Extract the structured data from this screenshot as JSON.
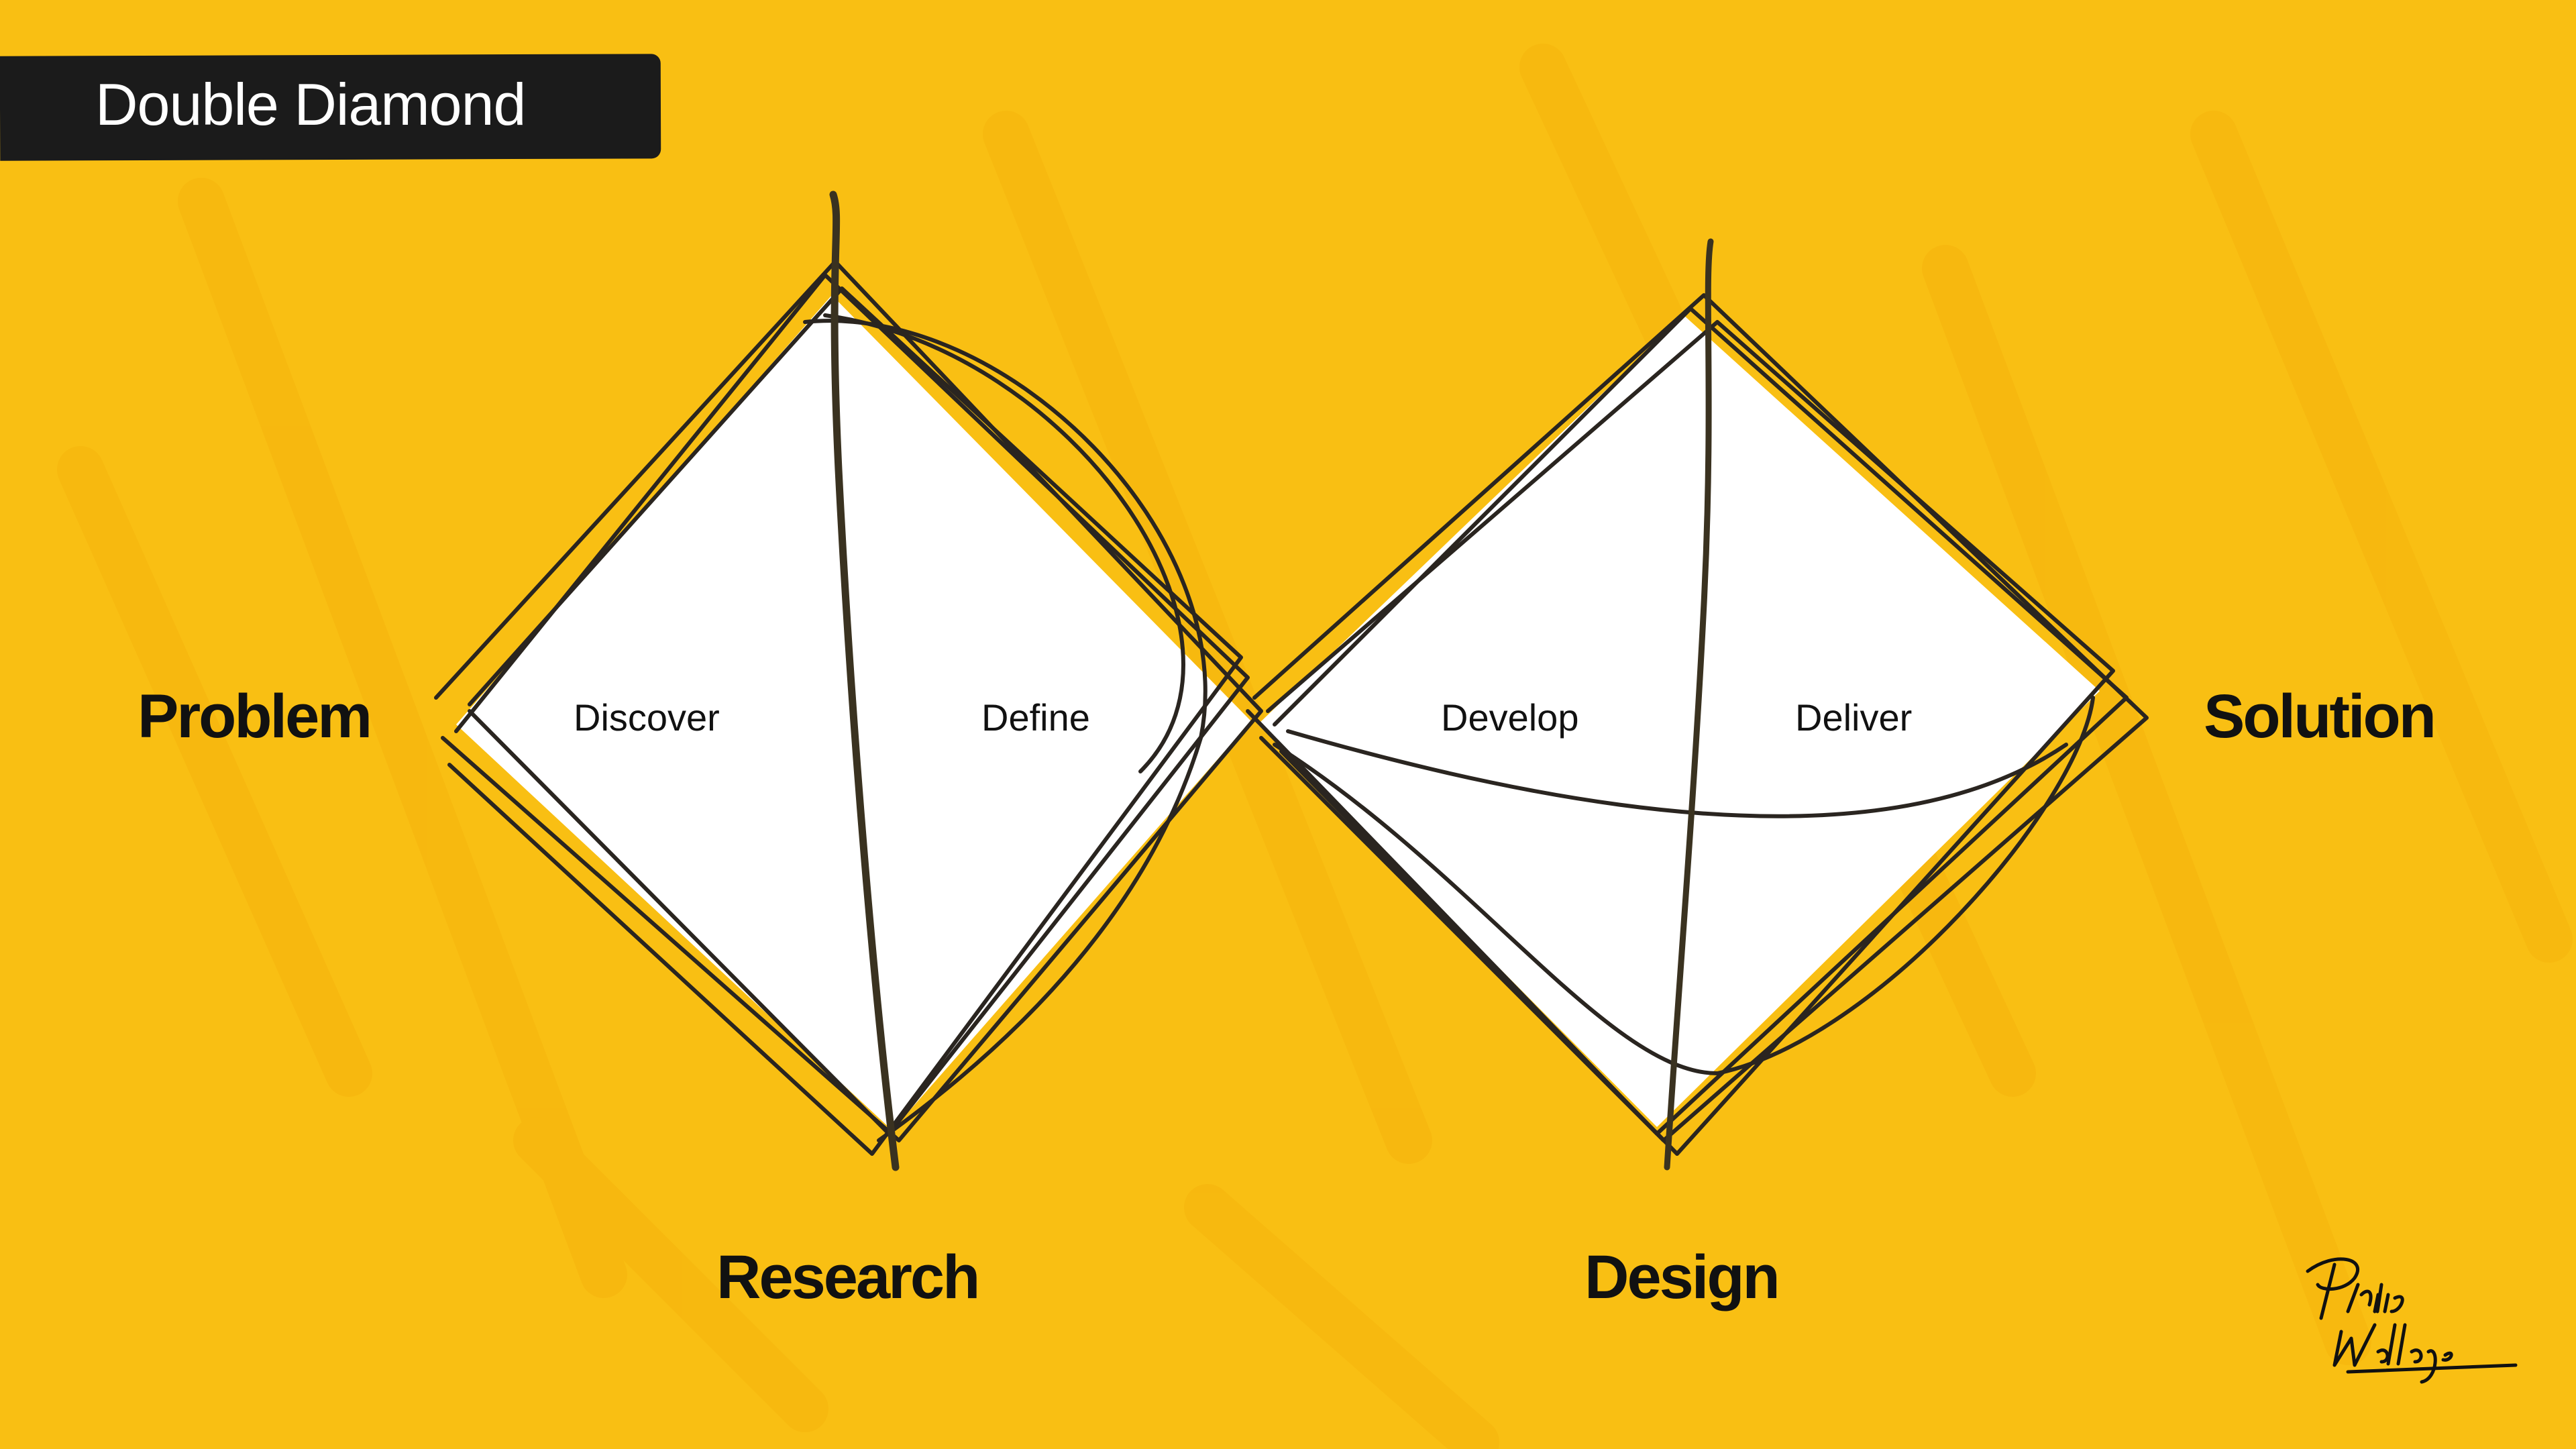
{
  "title": "Double Diamond",
  "labels": {
    "problem": "Problem",
    "solution": "Solution",
    "research": "Research",
    "design": "Design"
  },
  "phases": {
    "discover": "Discover",
    "define": "Define",
    "develop": "Develop",
    "deliver": "Deliver"
  },
  "colors": {
    "background": "#f9bf13",
    "diamond_fill": "#ffffff",
    "sketch_stroke": "#2a2520",
    "banner": "#1b1b1b"
  }
}
